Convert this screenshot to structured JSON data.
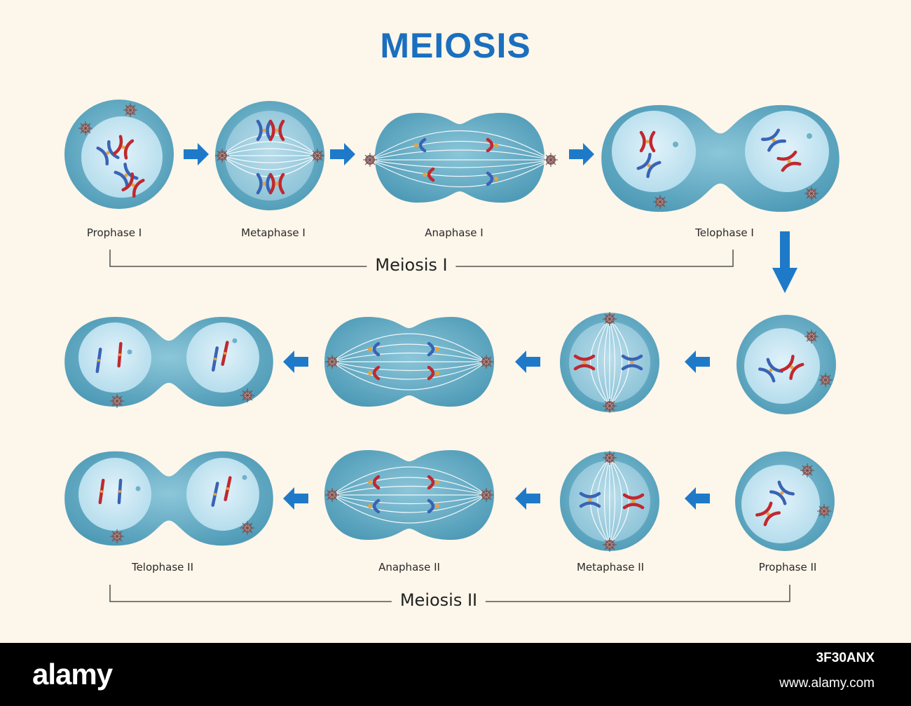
{
  "title": "MEIOSIS",
  "colors": {
    "background": "#fdf6ea",
    "title": "#1a6fbf",
    "arrow": "#1e7ac9",
    "cell_outer": "#6fb2c8",
    "cell_inner": "#c9e6f2",
    "chromosome_blue": "#3a63b5",
    "chromosome_red": "#c0282f"
  },
  "stages": {
    "prophase_1": "Prophase I",
    "metaphase_1": "Metaphase I",
    "anaphase_1": "Anaphase I",
    "telophase_1": "Telophase I",
    "telophase_2": "Telophase II",
    "anaphase_2": "Anaphase II",
    "metaphase_2": "Metaphase II",
    "prophase_2": "Prophase II"
  },
  "phases": {
    "meiosis_1": "Meiosis I",
    "meiosis_2": "Meiosis II"
  },
  "watermark": {
    "logo": "alamy",
    "image_id": "3F30ANX",
    "url": "www.alamy.com"
  }
}
